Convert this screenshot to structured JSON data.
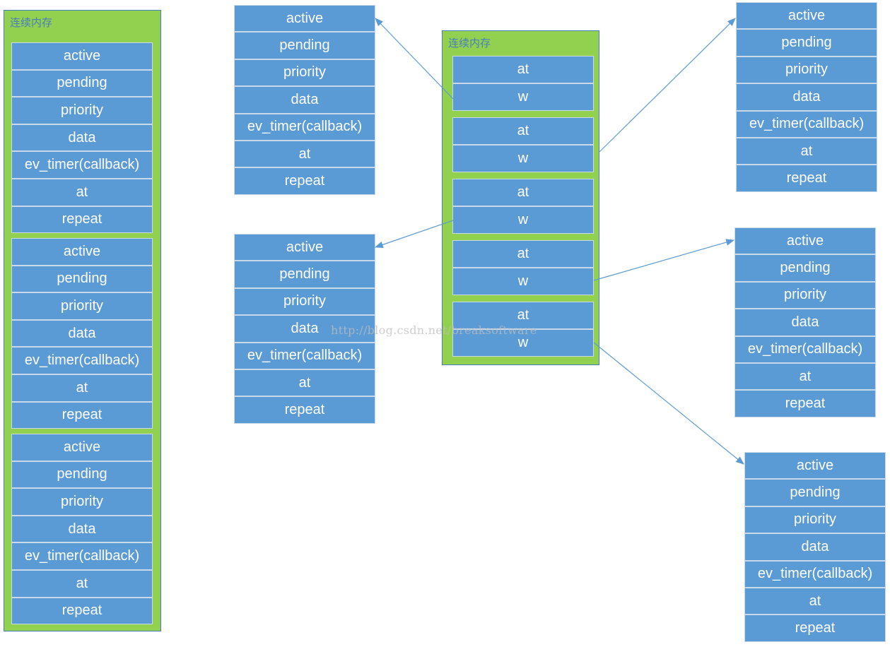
{
  "left_group": {
    "label": "连续内存",
    "blocks": [
      [
        "active",
        "pending",
        "priority",
        "data",
        "ev_timer(callback)",
        "at",
        "repeat"
      ],
      [
        "active",
        "pending",
        "priority",
        "data",
        "ev_timer(callback)",
        "at",
        "repeat"
      ],
      [
        "active",
        "pending",
        "priority",
        "data",
        "ev_timer(callback)",
        "at",
        "repeat"
      ]
    ]
  },
  "center_group": {
    "label": "连续内存",
    "pairs": [
      [
        "at",
        "w"
      ],
      [
        "at",
        "w"
      ],
      [
        "at",
        "w"
      ],
      [
        "at",
        "w"
      ],
      [
        "at",
        "w"
      ]
    ]
  },
  "pointed_blocks": [
    [
      "active",
      "pending",
      "priority",
      "data",
      "ev_timer(callback)",
      "at",
      "repeat"
    ],
    [
      "active",
      "pending",
      "priority",
      "data",
      "ev_timer(callback)",
      "at",
      "repeat"
    ],
    [
      "active",
      "pending",
      "priority",
      "data",
      "ev_timer(callback)",
      "at",
      "repeat"
    ],
    [
      "active",
      "pending",
      "priority",
      "data",
      "ev_timer(callback)",
      "at",
      "repeat"
    ],
    [
      "active",
      "pending",
      "priority",
      "data",
      "ev_timer(callback)",
      "at",
      "repeat"
    ]
  ],
  "watermark": "http://blog.csdn.net/breaksoftware",
  "colors": {
    "cell": "#5b9bd5",
    "group": "#92d050",
    "arrow": "#5b9bd5",
    "text": "#ffffff"
  }
}
